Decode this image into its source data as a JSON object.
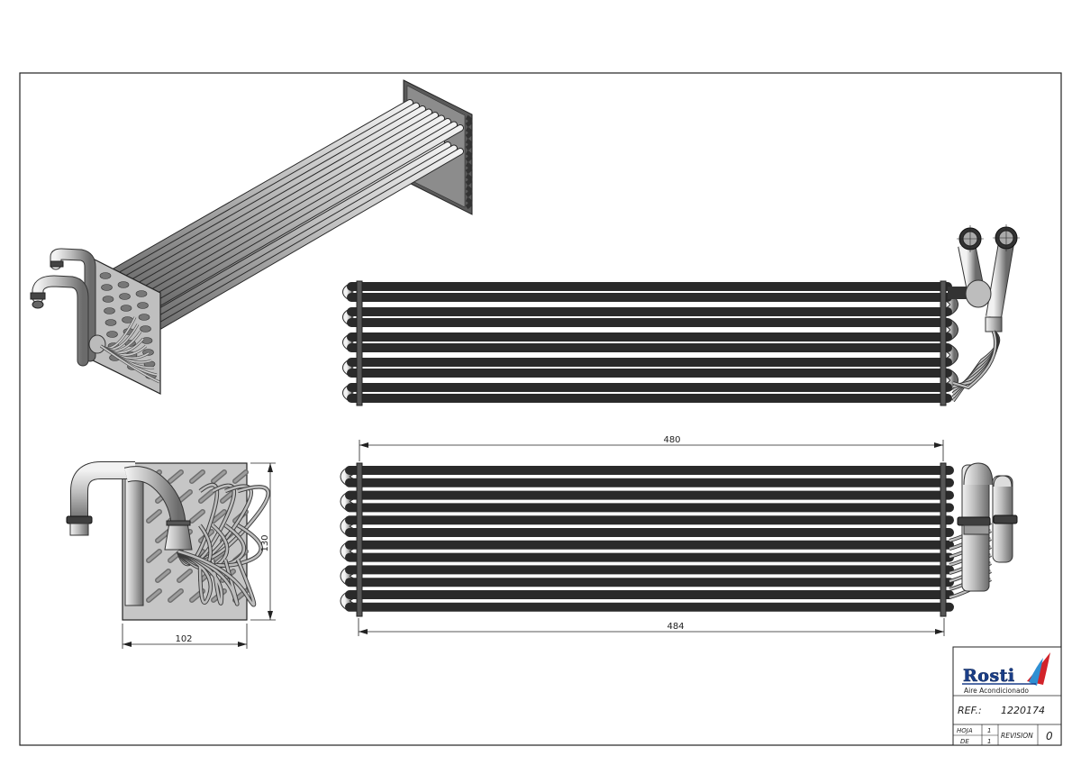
{
  "dimensions": {
    "width_top": "480",
    "width_bottom": "484",
    "height_side": "130",
    "depth_side": "102"
  },
  "title_block": {
    "company_name": "Rosti",
    "company_subtitle": "Aire Acondicionado",
    "ref_label": "REF.:",
    "ref_value": "1220174",
    "hoja_label": "HOJA",
    "hoja_value": "1",
    "de_label": "DE",
    "de_value": "1",
    "revision_label": "REVISION",
    "revision_value": "0"
  },
  "colors": {
    "tube_fill": "#b9b9b9",
    "tube_dark": "#6a6a6a",
    "plate_fill": "#c4c4c4",
    "line": "#222222",
    "logo_blue": "#1a3f8a",
    "logo_red": "#d2232a",
    "logo_light_blue": "#2f8fd3"
  }
}
